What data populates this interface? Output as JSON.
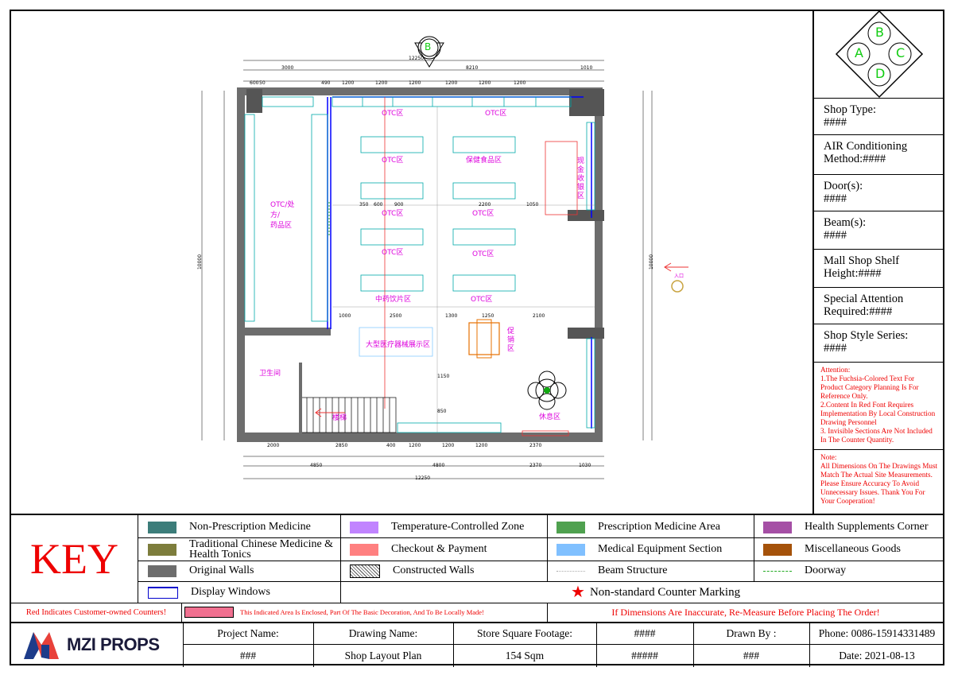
{
  "compass": {
    "top": "B",
    "left": "A",
    "right": "C",
    "bottom": "D"
  },
  "plan": {
    "top_marker": "B",
    "labels": {
      "otc1": "OTC区",
      "otc2": "OTC区",
      "otc3": "OTC区",
      "otc4": "OTC区",
      "otc5": "OTC区",
      "otc6": "OTC区",
      "otc7": "OTC区",
      "otc8": "OTC区",
      "baojian": "保健食品区",
      "chufang": "OTC/处方/\n药品区",
      "zhongyao": "中药饮片区",
      "shouyin": "现金收银区",
      "yiliao": "大型医疗器械展示区",
      "weisheng": "卫生间",
      "louti": "楼梯",
      "xiuxi": "休息区",
      "tijia": "促销区",
      "entrance": "入口"
    },
    "dims_top_total": "12250",
    "dims_top": [
      "3000",
      "8210",
      "1010"
    ],
    "dims_top2": [
      "600",
      "50",
      "490",
      "1200",
      "1200",
      "1200",
      "1200",
      "1200",
      "1200"
    ],
    "dims_bottom": [
      "2000",
      "2850",
      "400",
      "1200",
      "1200",
      "1200",
      "2370"
    ],
    "dims_bottom2": [
      "4850",
      "4800",
      "2370",
      "1030"
    ],
    "dims_bottom_total": "12250",
    "dims_left_total": "10000",
    "dims_right_total": "10000",
    "dims_mid": [
      "1000",
      "2500",
      "1300",
      "1250",
      "2100",
      "850",
      "1150",
      "900",
      "350",
      "600",
      "2200",
      "1050"
    ]
  },
  "sidebar": {
    "shop_type_label": "Shop Type:",
    "shop_type_value": "####",
    "ac_label": "AIR Conditioning Method:",
    "ac_value": "####",
    "doors_label": "Door(s):",
    "doors_value": "####",
    "beams_label": "Beam(s):",
    "beams_value": "####",
    "shelf_label": "Mall Shop Shelf Height:",
    "shelf_value": "####",
    "attention_label": "Special Attention Required:",
    "attention_value": "####",
    "series_label": "Shop Style Series:",
    "series_value": "####",
    "attention_text": "Attention:\n1.The Fuchsia-Colored Text For Product Category Planning Is For Reference Only.\n2.Content In Red Font Requires Implementation By Local Construction Drawing Personnel\n3. Invisible Sections Are Not Included In The Counter Quantity.",
    "note_text": "Note:\nAll Dimensions On The Drawings Must Match The Actual Site Measurements. Please Ensure Accuracy To Avoid Unnecessary Issues. Thank You For Your Cooperation!"
  },
  "key": {
    "title": "KEY",
    "items": [
      {
        "label": "Non-Prescription Medicine",
        "color": "#3c7d7a"
      },
      {
        "label": "Temperature-Controlled Zone",
        "color": "#c184ff"
      },
      {
        "label": "Prescription Medicine Area",
        "color": "#4fa14f"
      },
      {
        "label": "Health Supplements Corner",
        "color": "#a54fa5"
      },
      {
        "label": "Traditional Chinese Medicine & Health Tonics",
        "color": "#7d7d3c"
      },
      {
        "label": "Checkout & Payment",
        "color": "#ff8080"
      },
      {
        "label": "Medical Equipment Section",
        "color": "#80c0ff"
      },
      {
        "label": "Miscellaneous Goods",
        "color": "#a5520a"
      },
      {
        "label": "Original Walls",
        "color": "#6d6d6d"
      },
      {
        "label": "Constructed Walls",
        "color": "hatch"
      },
      {
        "label": "Beam Structure",
        "color": "dotted-gray"
      },
      {
        "label": "Doorway",
        "color": "dotted-green"
      },
      {
        "label": "Display Windows",
        "color": "window"
      }
    ],
    "nonstandard": "Non-standard Counter Marking"
  },
  "notice": {
    "customer_owned": "Red Indicates Customer-owned Counters!",
    "enclosed": "This Indicated Area Is Enclosed, Part Of The Basic Decoration, And To Be Locally Made!",
    "remeasure": "If  Dimensions Are Inaccurate, Re-Measure Before Placing The Order!"
  },
  "title_block": {
    "logo_text": "MZI PROPS",
    "project_label": "Project Name:",
    "project_value": "###",
    "drawing_label": "Drawing Name:",
    "drawing_value": "Shop Layout Plan",
    "sqft_label": "Store Square Footage:",
    "sqft_value": "154 Sqm",
    "blank_label": "####",
    "blank_value": "#####",
    "drawn_label": "Drawn By :",
    "drawn_value": "###",
    "phone": "Phone: 0086-15914331489",
    "date": "Date: 2021-08-13"
  }
}
